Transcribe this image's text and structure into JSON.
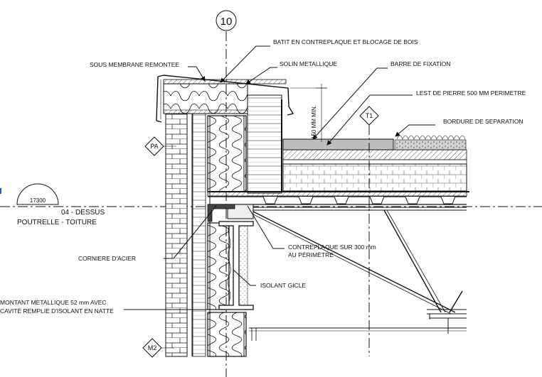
{
  "grid_bubble": "10",
  "level": {
    "elevation": "17300",
    "name_line1": "04 - DESSUS",
    "name_line2": "POUTRELLE - TOITURE"
  },
  "tags": {
    "pa": "PA",
    "t1": "T1",
    "m2": "M2"
  },
  "dimension": "150 MM MIN.",
  "labels": {
    "batit": "BATIT EN CONTREPLAQUE ET BLOCAGE DE BOIS",
    "sous_membrane": "SOUS MEMBRANE REMONTEE",
    "solin": "SOLIN METALLIQUE",
    "barre": "BARRE DE FIXATION",
    "lest": "LEST DE PIERRE 500 MM PERIMETRE",
    "bordure": "BORDURE DE SEPARATION",
    "contreplaque_1": "CONTREPLAQUE SUR 300 mm",
    "contreplaque_2": "AU PÉRIMÈTRE",
    "corniere": "CORNIERE D'ACIER",
    "isolant": "ISOLANT GICLE",
    "montant_1": "MONTANT METALLIQUE 52 mm AVEC",
    "montant_2": "CAVITÉ REMPLIE D'ISOLANT EN NATTE"
  }
}
